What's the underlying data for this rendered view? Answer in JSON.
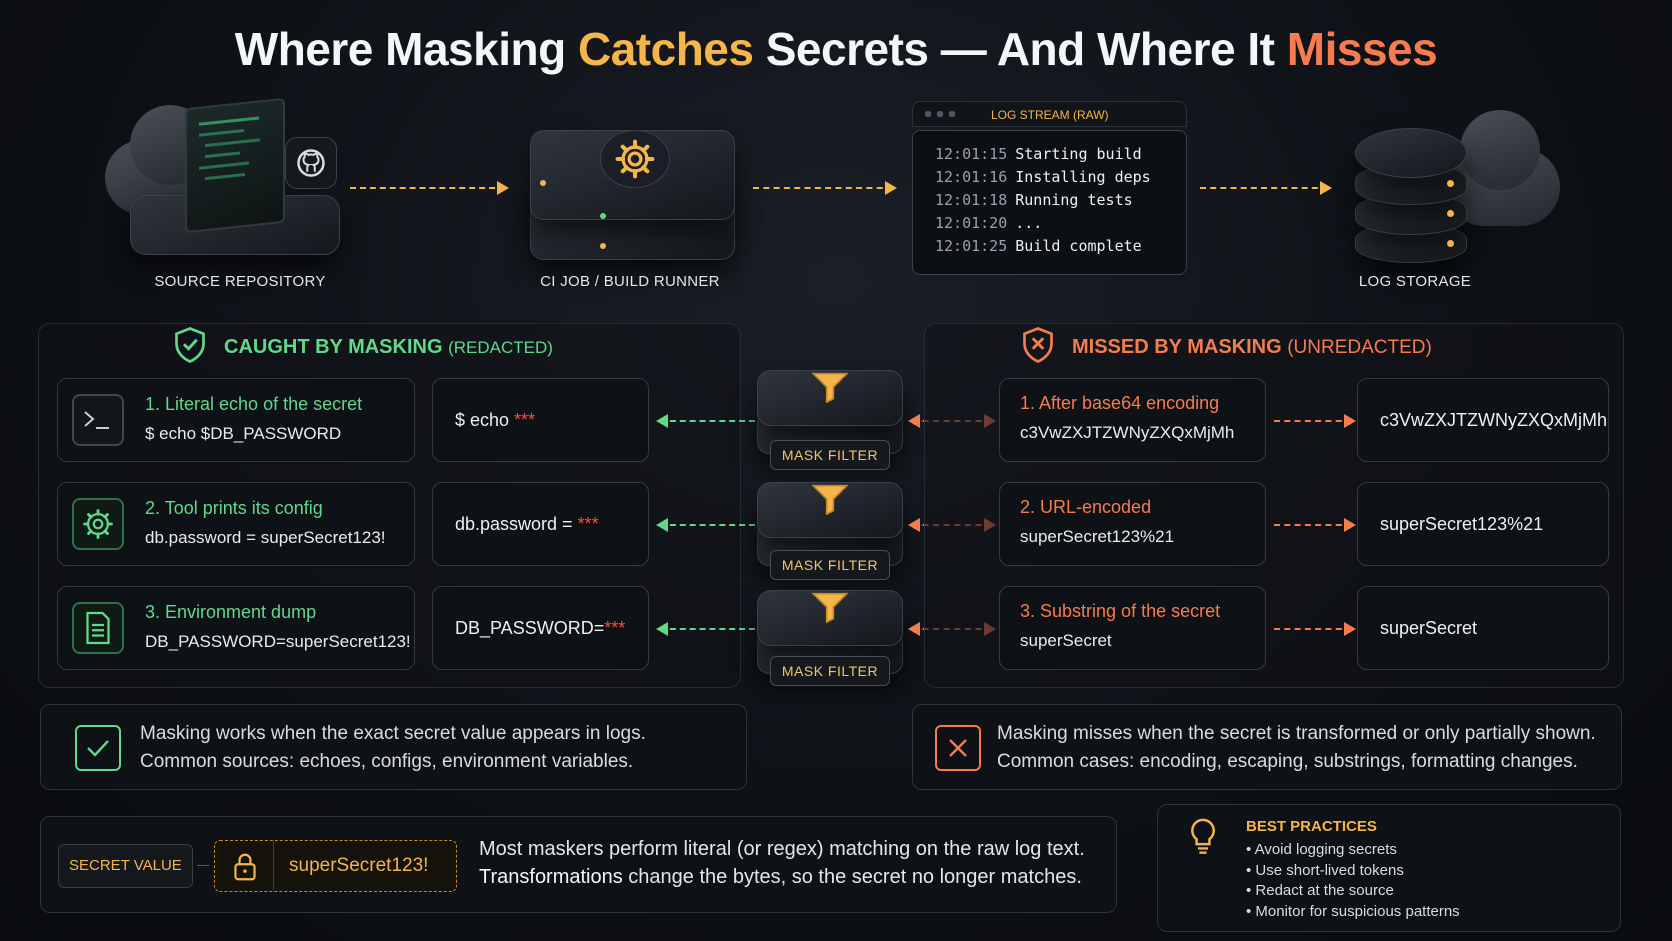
{
  "title": {
    "part1": "Where Masking ",
    "part2": "Catches",
    "part3": " Secrets — And Where It ",
    "part4": "Misses"
  },
  "flow": {
    "nodes": [
      {
        "label": "SOURCE REPOSITORY"
      },
      {
        "label": "CI JOB / BUILD RUNNER"
      },
      {
        "label": "LOG STORAGE"
      }
    ],
    "log_stream": {
      "header": "LOG STREAM (RAW)",
      "lines": [
        {
          "time": "12:01:15",
          "text": "Starting build"
        },
        {
          "time": "12:01:16",
          "text": "Installing deps"
        },
        {
          "time": "12:01:18",
          "text": "Running tests"
        },
        {
          "time": "12:01:20",
          "text": "..."
        },
        {
          "time": "12:01:25",
          "text": "Build complete"
        }
      ]
    }
  },
  "caught": {
    "heading": "CAUGHT BY MASKING",
    "heading_note": "(REDACTED)",
    "items": [
      {
        "title": "1. Literal echo of the secret",
        "example": "$ echo $DB_PASSWORD",
        "result_prefix": "$ echo ",
        "result_mask": "***",
        "icon": "terminal-icon"
      },
      {
        "title": "2. Tool prints its config",
        "example": "db.password = superSecret123!",
        "result_prefix": "db.password = ",
        "result_mask": "***",
        "icon": "gear-icon"
      },
      {
        "title": "3. Environment dump",
        "example": "DB_PASSWORD=superSecret123!",
        "result_prefix": "DB_PASSWORD=",
        "result_mask": "***",
        "icon": "document-icon"
      }
    ]
  },
  "missed": {
    "heading": "MISSED BY MASKING",
    "heading_note": "(UNREDACTED)",
    "items": [
      {
        "title": "1. After base64 encoding",
        "example": "c3VwZXJTZWNyZXQxMjMh",
        "result": "c3VwZXJTZWNyZXQxMjMh"
      },
      {
        "title": "2. URL-encoded",
        "example": "superSecret123%21",
        "result": "superSecret123%21"
      },
      {
        "title": "3. Substring of the secret",
        "example": "superSecret",
        "result": "superSecret"
      }
    ]
  },
  "mask_filter_label": "MASK FILTER",
  "notes": {
    "works_line1": "Masking works when the exact secret value appears in logs.",
    "works_line2": "Common sources: echoes, configs, environment variables.",
    "misses_line1": "Masking misses when the secret is transformed or only partially shown.",
    "misses_line2": "Common cases: encoding, escaping, substrings, formatting changes."
  },
  "secret_value": {
    "label": "SECRET VALUE",
    "value": "superSecret123!",
    "explain_line1": "Most maskers perform literal (or regex) matching on the raw log text.",
    "explain_line2_em": "Transformations",
    "explain_line2_rest": " change the bytes, so the secret no longer matches."
  },
  "best_practices": {
    "heading": "BEST PRACTICES",
    "items": [
      "• Avoid logging secrets",
      "• Use short-lived tokens",
      "• Redact at the source",
      "• Monitor for suspicious patterns"
    ]
  },
  "colors": {
    "accent_gold": "#f4b54a",
    "accent_orange": "#f57c4f",
    "accent_green": "#5fd98a",
    "mask_red": "#f0533f"
  }
}
